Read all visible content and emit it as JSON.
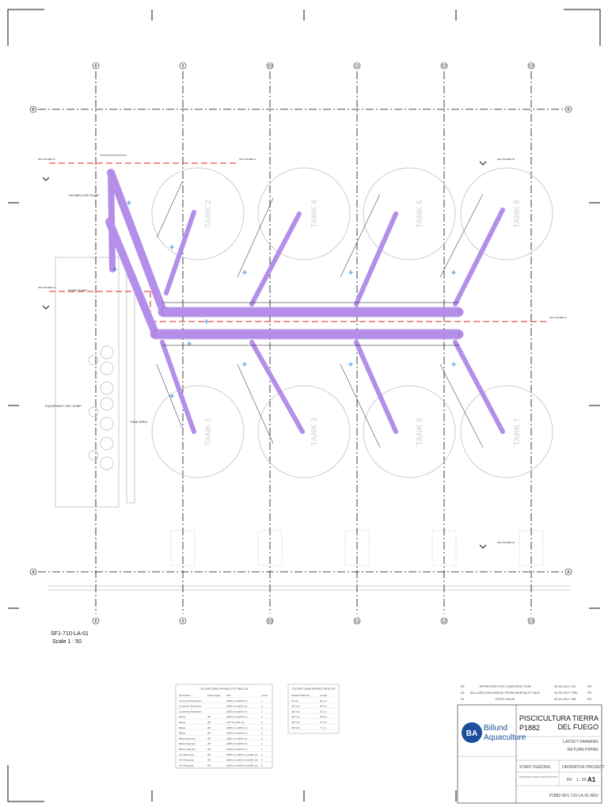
{
  "grid": {
    "columns": [
      "8",
      "9",
      "10",
      "11",
      "12",
      "13"
    ],
    "rows": [
      "B",
      "A"
    ]
  },
  "tanks": [
    "TANK 2",
    "TANK 4",
    "TANK 6",
    "TANK 8",
    "TANK 1",
    "TANK 3",
    "TANK 5",
    "TANK 7"
  ],
  "labels": {
    "drum_filter_sump": "DRUMFILTER SUMP",
    "pump_sump": "PUMP SUMP",
    "equipment_dry_sump": "EQUIPMENT DRY SUMP",
    "tank_area": "TANK AREA",
    "view_ref": "SF1-710-LA-01",
    "scale": "Scale 1 : 50"
  },
  "fitting_table": {
    "title": "710-RETURN PIPING FITTING-SF",
    "headers": [
      "Description",
      "Fitting Angle",
      "Size",
      "Count"
    ],
    "rows": [
      [
        "Concentric Reduction",
        "",
        "ø355 mm-ø250 mm",
        "1"
      ],
      [
        "Concentric Reduction",
        "",
        "ø355 mm-ø250 mm",
        "2"
      ],
      [
        "Concentric Reduction",
        "",
        "ø250 mm-ø250 mm",
        "1"
      ],
      [
        "Elbow",
        "45°",
        "ø250 mm-ø250 mm",
        "2"
      ],
      [
        "Elbow",
        "45°",
        "ø75 mm-ø75 mm",
        "4"
      ],
      [
        "Elbow",
        "90°",
        "ø355 mm-ø355 mm",
        "2"
      ],
      [
        "Elbow",
        "90°",
        "ø250 mm-ø250 mm",
        "2"
      ],
      [
        "Elbow Segment",
        "45°",
        "ø250 mm-ø250 mm",
        "2"
      ],
      [
        "Elbow Segment",
        "45°",
        "ø355 mm-ø355 mm",
        "2"
      ],
      [
        "Elbow Segment",
        "45°",
        "ø250 mm-ø250 mm",
        "2"
      ],
      [
        "Tee Reduction",
        "45°",
        "ø355 mm-ø355 mm-ø250 mm",
        "2"
      ],
      [
        "Tee Reduction",
        "45°",
        "ø250 mm-ø250 mm-ø250 mm",
        "4"
      ],
      [
        "Tee Reduction",
        "90°",
        "ø250 mm-ø250 mm-ø250 mm",
        "2"
      ]
    ]
  },
  "pipe_table": {
    "title": "710-RETURN PIPING PIPE-SF",
    "headers": [
      "Outside Diameter",
      "Length"
    ],
    "rows": [
      [
        "75 mm",
        "25.1 m"
      ],
      [
        "110 mm",
        "20.9 m"
      ],
      [
        "250 mm",
        "25.1 m"
      ],
      [
        "315 mm",
        "18.8 m"
      ],
      [
        "355 mm",
        "17.3 m"
      ],
      [
        "400 mm",
        "7.1 m"
      ]
    ]
  },
  "revisions": [
    {
      "rev": "03",
      "desc": "APPROVED FOR CONSTRUCTION",
      "date": "20-03-2017",
      "by": "DC",
      "chk": "RV"
    },
    {
      "rev": "02",
      "desc": "INCLUDE DISCHARGE FROM MORTALITY BOX",
      "date": "09-03-2017",
      "by": "FBV",
      "chk": "RV"
    },
    {
      "rev": "01",
      "desc": "FIRST ISSUE",
      "date": "05-01-2017",
      "by": "BN",
      "chk": "RV"
    }
  ],
  "title_block": {
    "company_line1": "Billund",
    "company_line2": "Aquaculture",
    "project_no": "P1882",
    "project_name_1": "PISCICULTURA TIERRA",
    "project_name_2": "DEL FUEGO",
    "drawing_type": "LAYOUT DRAWING",
    "drawing_title": "RETURN PIPING",
    "status_left": "START FEEDING",
    "status_right": "ORDRATIVE PROJECT",
    "approval": "APPROVED FOR CONSTRUCTION",
    "drawn_by": "RV",
    "scale": "1 : 50",
    "size": "A1",
    "drawing_no": "P1882-SF1-710-LA-01-REV"
  },
  "colors": {
    "pipe": "#b48ee8",
    "pipe_edge": "#8a5fd6",
    "red_line": "#e02020",
    "blue_mark": "#1f78d1",
    "grid": "#111111"
  }
}
